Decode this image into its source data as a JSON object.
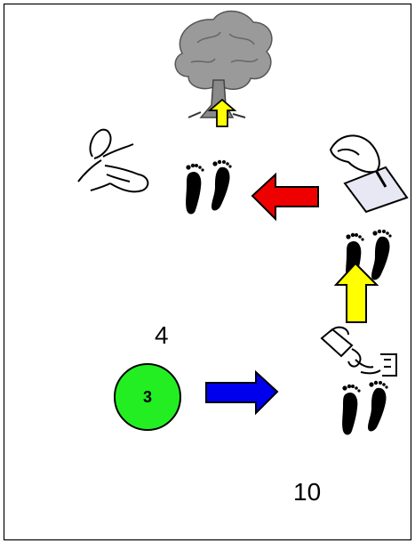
{
  "board": {
    "start_marker": {
      "label": "3",
      "color": "#22ee22"
    },
    "numbers": {
      "upper": "4",
      "lower": "10"
    },
    "arrows": [
      {
        "name": "right-arrow",
        "direction": "right",
        "color": "#0000ee"
      },
      {
        "name": "up-arrow-right",
        "direction": "up",
        "color": "#ffff00"
      },
      {
        "name": "left-arrow",
        "direction": "left",
        "color": "#ee0000"
      },
      {
        "name": "up-arrow-tree",
        "direction": "up",
        "color": "#ffff00"
      }
    ],
    "icons": [
      "tree-icon",
      "hand-pointing-icon",
      "hand-writing-icon",
      "pouring-jug-icon",
      "footprints-icon"
    ]
  }
}
